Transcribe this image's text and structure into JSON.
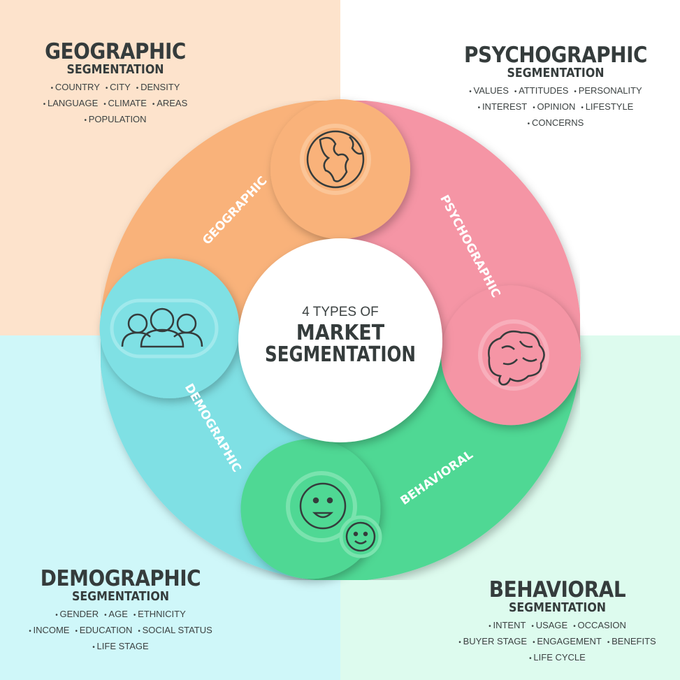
{
  "center": {
    "line1": "4 TYPES OF",
    "line2": "MARKET",
    "line3": "SEGMENTATION"
  },
  "segments": {
    "geographic": {
      "label": "GEOGRAPHIC",
      "color": "#f9b27a",
      "icon": "globe-icon"
    },
    "psychographic": {
      "label": "PSYCHOGRAPHIC",
      "color": "#f595a5",
      "icon": "brain-icon"
    },
    "behavioral": {
      "label": "BEHAVIORAL",
      "color": "#4fd894",
      "icon": "smiley-faces-icon"
    },
    "demographic": {
      "label": "DEMOGRAPHIC",
      "color": "#7fe0e4",
      "icon": "people-group-icon"
    }
  },
  "blocks": {
    "geographic": {
      "title": "GEOGRAPHIC",
      "subtitle": "SEGMENTATION",
      "rows": [
        [
          "COUNTRY",
          "CITY",
          "DENSITY"
        ],
        [
          "LANGUAGE",
          "CLIMATE",
          "AREAS"
        ],
        [
          "POPULATION"
        ]
      ]
    },
    "psychographic": {
      "title": "PSYCHOGRAPHIC",
      "subtitle": "SEGMENTATION",
      "rows": [
        [
          "VALUES",
          "ATTITUDES",
          "PERSONALITY"
        ],
        [
          "INTEREST",
          "OPINION",
          "LIFESTYLE"
        ],
        [
          "CONCERNS"
        ]
      ]
    },
    "demographic": {
      "title": "DEMOGRAPHIC",
      "subtitle": "SEGMENTATION",
      "rows": [
        [
          "GENDER",
          "AGE",
          "ETHNICITY"
        ],
        [
          "INCOME",
          "EDUCATION",
          "SOCIAL STATUS"
        ],
        [
          "LIFE STAGE"
        ]
      ]
    },
    "behavioral": {
      "title": "BEHAVIORAL",
      "subtitle": "SEGMENTATION",
      "rows": [
        [
          "INTENT",
          "USAGE",
          "OCCASION"
        ],
        [
          "BUYER STAGE",
          "ENGAGEMENT",
          "BENEFITS"
        ],
        [
          "LIFE CYCLE"
        ]
      ]
    }
  }
}
